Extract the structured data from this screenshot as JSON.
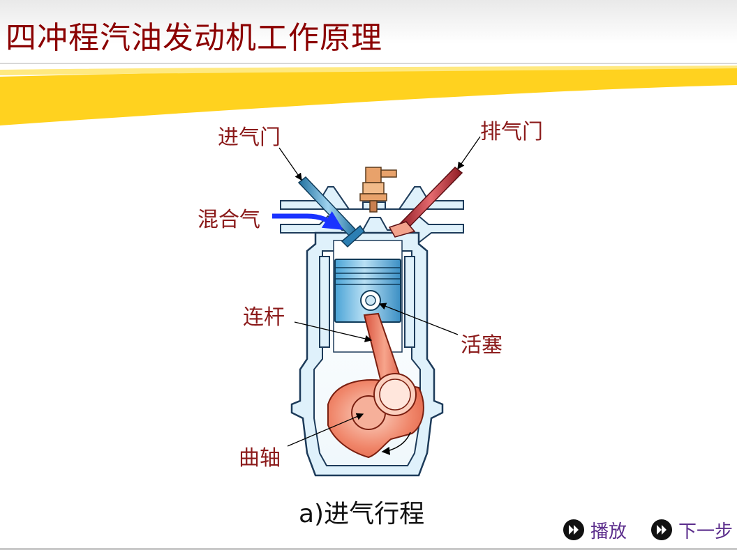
{
  "slide": {
    "title": "四冲程汽油发动机工作原理",
    "caption": "a)进气行程"
  },
  "labels": {
    "intake_valve": "进气门",
    "exhaust_valve": "排气门",
    "mixture": "混合气",
    "connecting_rod": "连杆",
    "piston": "活塞",
    "crankshaft": "曲轴"
  },
  "nav": {
    "play_label": "播放",
    "next_label": "下一步"
  },
  "colors": {
    "title": "#8b0000",
    "label": "#8b1a1a",
    "nav_text": "#5b2d8c",
    "swoosh": "#ffd21f",
    "coolant": "#dff1fb",
    "piston": "#7cc1e6",
    "crank": "#f08a6e",
    "intake_arrow": "#1a33ff",
    "exhaust_valve": "#b0202a"
  }
}
